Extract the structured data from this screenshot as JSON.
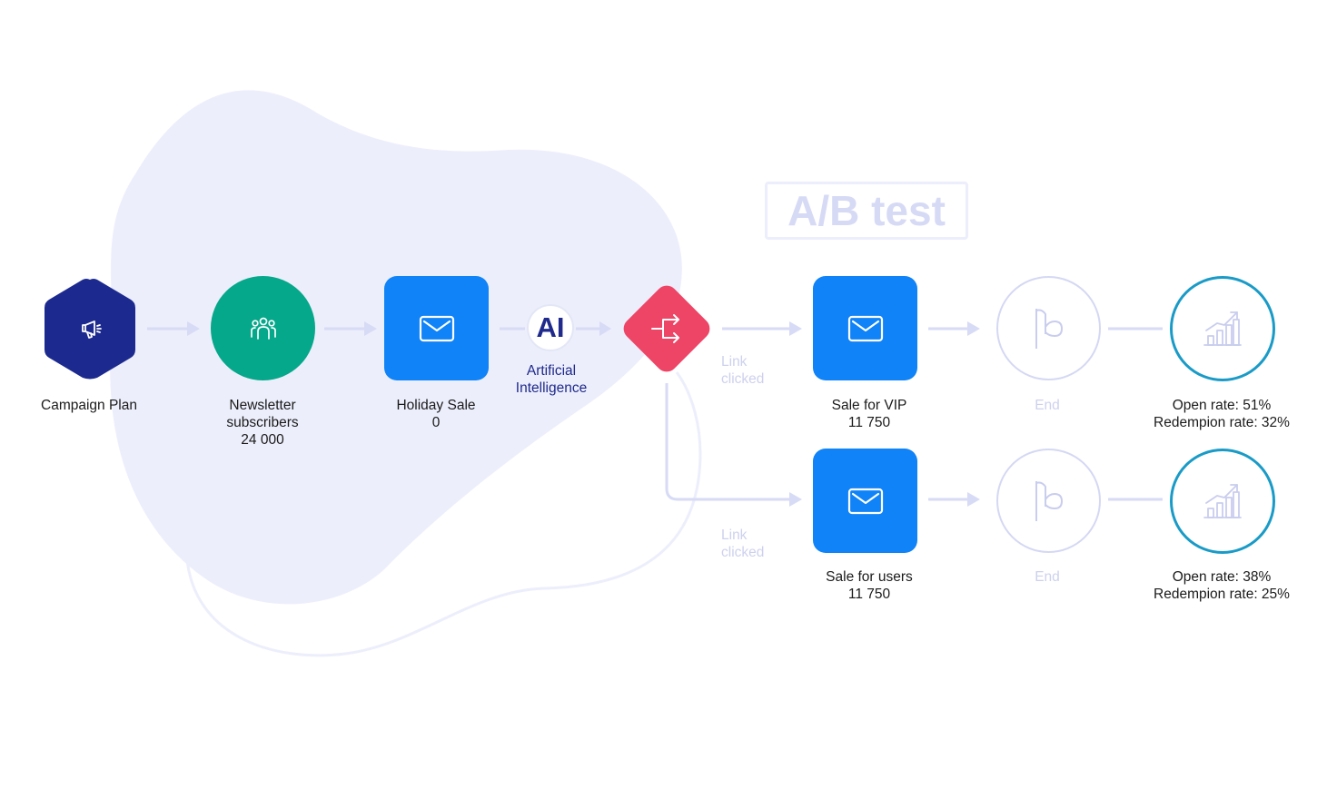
{
  "title": "A/B test",
  "nodes": {
    "campaign": {
      "label": "Campaign Plan"
    },
    "newsletter": {
      "label_line1": "Newsletter",
      "label_line2": "subscribers",
      "count": "24 000"
    },
    "holiday": {
      "label": "Holiday Sale",
      "count": "0"
    },
    "ai": {
      "badge": "AI",
      "label_line1": "Artificial",
      "label_line2": "Intelligence"
    },
    "vip": {
      "label": "Sale for VIP",
      "count": "11 750"
    },
    "users": {
      "label": "Sale for users",
      "count": "11 750"
    },
    "end_top": {
      "label": "End"
    },
    "end_bottom": {
      "label": "End"
    },
    "stats_top": {
      "open": "Open rate: 51%",
      "redemption": "Redempion rate: 32%"
    },
    "stats_bottom": {
      "open": "Open rate: 38%",
      "redemption": "Redempion rate: 25%"
    }
  },
  "branches": {
    "top": {
      "line1": "Link",
      "line2": "clicked"
    },
    "bottom": {
      "line1": "Link",
      "line2": "clicked"
    }
  },
  "icons": {
    "campaign": "megaphone-icon",
    "newsletter": "people-group-icon",
    "email": "envelope-icon",
    "split": "split-arrows-icon",
    "end": "flag-icon",
    "stats": "growth-chart-icon"
  },
  "colors": {
    "campaign": "#1c2a8f",
    "newsletter": "#05a88a",
    "email": "#0f83f7",
    "split": "#ee4466",
    "faded": "#cdd1ee",
    "stats_ring": "#1a9bc7",
    "blob": "#eceefb"
  }
}
